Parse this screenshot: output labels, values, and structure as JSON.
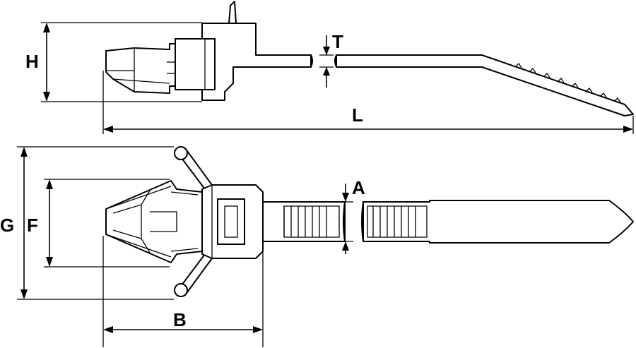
{
  "labels": {
    "H": "H",
    "T": "T",
    "L": "L",
    "A": "A",
    "G": "G",
    "F": "F",
    "B": "B"
  }
}
